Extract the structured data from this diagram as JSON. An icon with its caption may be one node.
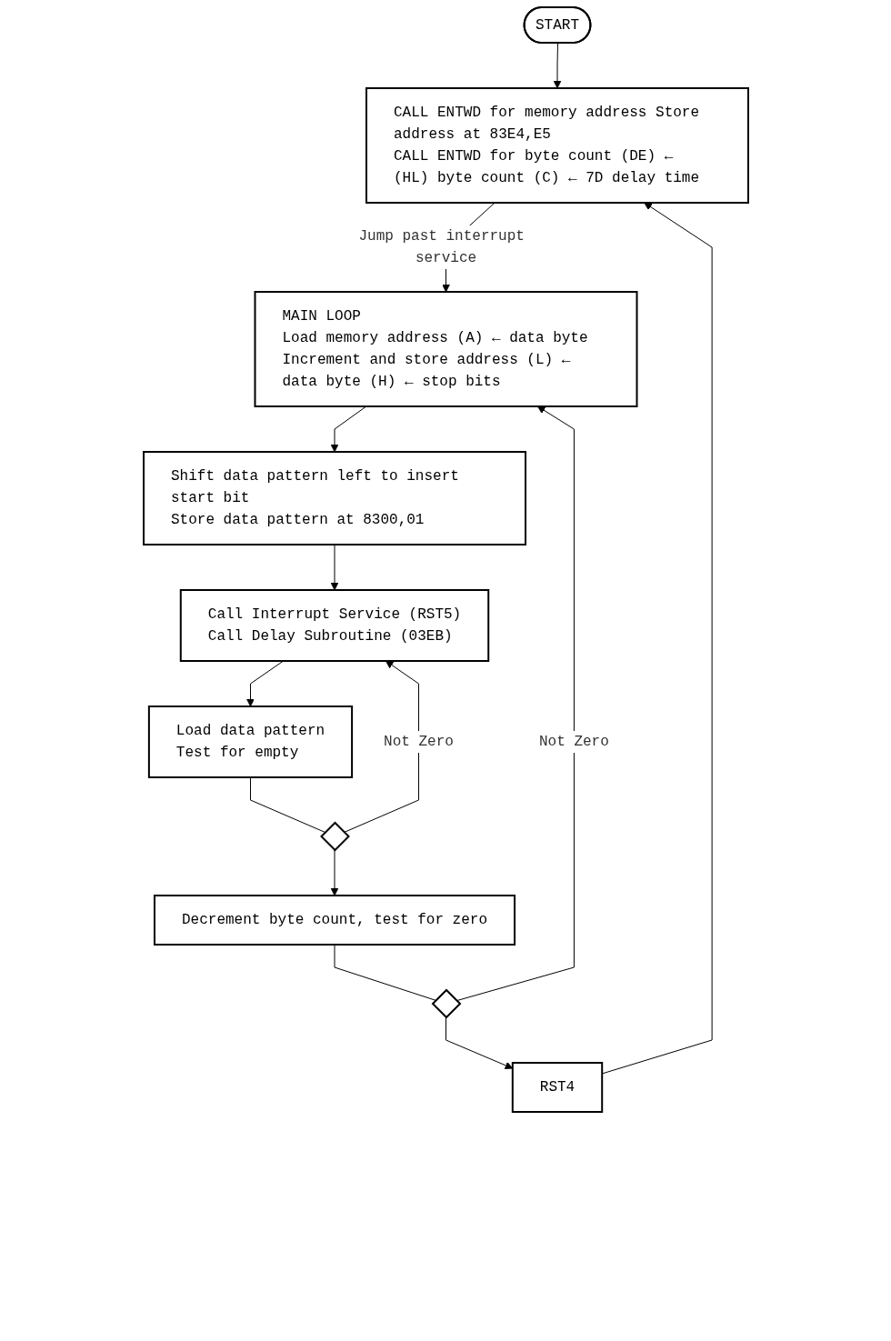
{
  "diagram": {
    "nodes": [
      {
        "text": [
          "START"
        ]
      },
      {
        "text": [
          "CALL ENTWD for memory address Store address at 83E4,E5",
          "CALL ENTWD for byte count (DE) ← (HL) byte count (C) ← 7D delay time"
        ]
      },
      {
        "text": [
          "MAIN LOOP",
          "Load memory address (A) ← data byte",
          "Increment and store address (L) ← data byte (H) ← stop bits"
        ]
      },
      {
        "text": [
          "Shift data pattern left to insert start bit",
          "Store data pattern at 8300,01"
        ]
      },
      {
        "text": [
          "Call Interrupt Service (RST5)",
          "Call Delay Subroutine (03EB)"
        ]
      },
      {
        "text": [
          "Load data pattern",
          "Test for empty"
        ]
      },
      {
        "text": [],
        "shape": "diamond"
      },
      {
        "text": [
          "Decrement byte count, test for zero"
        ]
      },
      {
        "text": [],
        "shape": "diamond"
      },
      {
        "text": [
          "RST4"
        ]
      }
    ],
    "edges": [
      {
        "from": 0,
        "to": 1,
        "arrow": "to"
      },
      {
        "from": 1,
        "to": 2,
        "arrow": "to",
        "label": "Jump past interrupt service"
      },
      {
        "from": 2,
        "to": 3,
        "arrow": "to"
      },
      {
        "from": 3,
        "to": 4,
        "arrow": "to"
      },
      {
        "from": 4,
        "to": 5,
        "arrow": "to"
      },
      {
        "from": 5,
        "to": 6,
        "arrow": "none"
      },
      {
        "from": 6,
        "to": 4,
        "arrow": "to",
        "label": "Not Zero"
      },
      {
        "from": 6,
        "to": 7,
        "arrow": "to"
      },
      {
        "from": 7,
        "to": 8,
        "arrow": "none"
      },
      {
        "from": 8,
        "to": 2,
        "arrow": "to",
        "label": "Not Zero"
      },
      {
        "from": 8,
        "to": 9,
        "arrow": "to"
      },
      {
        "from": 9,
        "to": 1,
        "arrow": "to"
      }
    ]
  }
}
